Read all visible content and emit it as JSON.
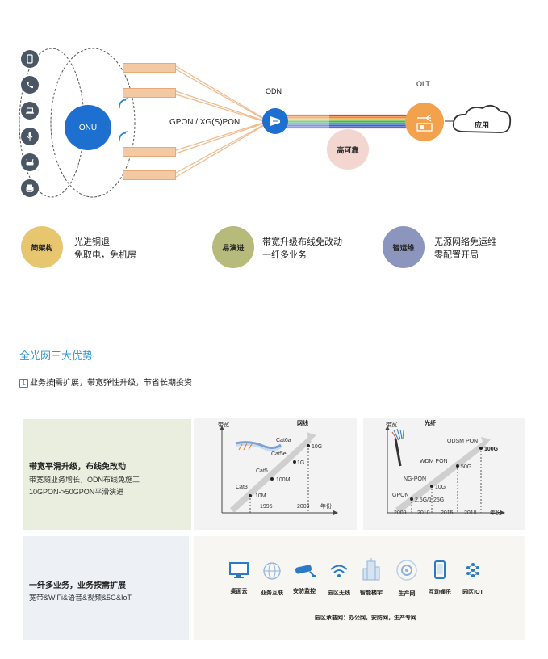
{
  "diagram": {
    "onu_label": "ONU",
    "pon_label": "GPON / XG(S)PON",
    "odn_label": "ODN",
    "olt_label": "OLT",
    "cloud_label": "应用",
    "reliability_label": "高可靠",
    "device_icons": [
      "phone-icon",
      "call-icon",
      "laptop-icon",
      "microphone-icon",
      "router-icon",
      "printer-icon"
    ],
    "colors": {
      "blue": "#1d6fd0",
      "orange": "#f2a14d",
      "box": "#f2c9a2",
      "pink": "#f3d6d0"
    }
  },
  "advantages": [
    {
      "circle": "简架构",
      "line1": "光进铜退",
      "line2": "免取电，免机房",
      "color": "#e8c56f"
    },
    {
      "circle": "易演进",
      "line1": "带宽升级布线免改动",
      "line2": "一纤多业务",
      "color": "#b6bb7b"
    },
    {
      "circle": "智运维",
      "line1": "无源网络免运维",
      "line2": "零配置开局",
      "color": "#8c95bd"
    }
  ],
  "section": {
    "title": "全光网三大优势",
    "num": "1",
    "sub_a": "业务按",
    "sub_b": "需扩展，带宽弹性升级，节省长期投资"
  },
  "panel1": {
    "title": "带宽平滑升级，布线免改动",
    "line1": "带宽随业务增长，ODN布线免施工",
    "line2": "10GPON->50GPON平滑演进"
  },
  "chart_copper": {
    "title": "网线",
    "ylabel": "带宽",
    "xlabel": "年份",
    "points": [
      {
        "name": "Cat3",
        "speed": "10M"
      },
      {
        "name": "Cat5",
        "speed": "100M"
      },
      {
        "name": "Cat5e",
        "speed": "1G"
      },
      {
        "name": "Cat6a",
        "speed": "10G"
      }
    ],
    "years": [
      "1995",
      "2009"
    ]
  },
  "chart_fiber": {
    "title": "光纤",
    "ylabel": "带宽",
    "xlabel": "年份",
    "points": [
      {
        "name": "GPON",
        "speed": "2.5G/1.25G"
      },
      {
        "name": "NG-PON",
        "speed": "10G"
      },
      {
        "name": "WDM PON",
        "speed": "50G"
      },
      {
        "name": "ODSM PON",
        "speed": "100G"
      }
    ],
    "years": [
      "2009",
      "2010",
      "2015",
      "2018"
    ]
  },
  "panel2": {
    "title": "一纤多业务，业务按需扩展",
    "line1": "宽带&WiFi&语音&视频&5G&IoT"
  },
  "services": [
    {
      "label": "桌面云",
      "icon": "desktop-cloud-icon"
    },
    {
      "label": "业务互联",
      "icon": "globe-icon"
    },
    {
      "label": "安防监控",
      "icon": "camera-icon"
    },
    {
      "label": "园区无线",
      "icon": "wifi-icon"
    },
    {
      "label": "智能楼宇",
      "icon": "building-icon"
    },
    {
      "label": "生产网",
      "icon": "gear-icon"
    },
    {
      "label": "互动娱乐",
      "icon": "mobile-icon"
    },
    {
      "label": "园区IOT",
      "icon": "iot-icon"
    }
  ],
  "campus_note": "园区承载网：办公网，安防网，生产专网"
}
